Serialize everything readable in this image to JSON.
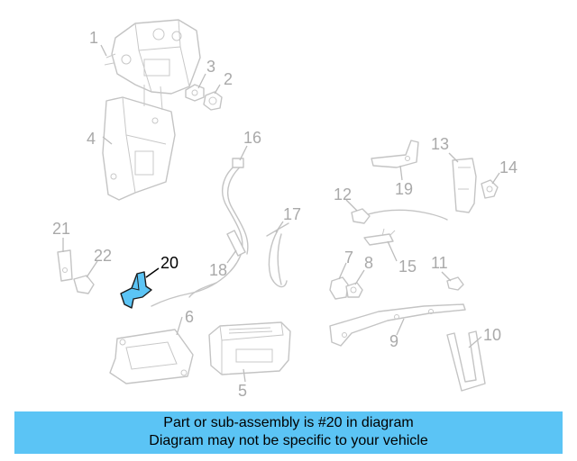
{
  "highlight_color": "#5bc4f5",
  "highlighted_part": "20",
  "callouts": {
    "c1": "1",
    "c2": "2",
    "c3": "3",
    "c4": "4",
    "c5": "5",
    "c6": "6",
    "c7": "7",
    "c8": "8",
    "c9": "9",
    "c10": "10",
    "c11": "11",
    "c12": "12",
    "c13": "13",
    "c14": "14",
    "c15": "15",
    "c16": "16",
    "c17": "17",
    "c18": "18",
    "c19": "19",
    "c20": "20",
    "c21": "21",
    "c22": "22"
  },
  "banner": {
    "line1": "Part or sub-assembly is #20 in diagram",
    "line2": "Diagram may not be specific to your vehicle"
  }
}
